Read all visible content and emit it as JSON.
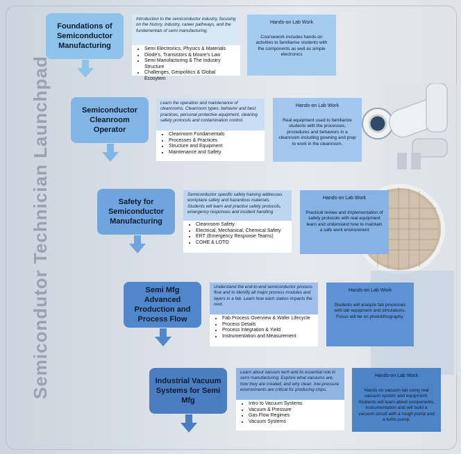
{
  "side_title": "Semicondutor Technician Launchpad",
  "colors": {
    "step1": "#8ec3ec",
    "step2": "#80b5e6",
    "step3": "#6fa4df",
    "step4": "#4f86cc",
    "step5": "#4a7dc2",
    "desc_mid": "#cfe0f4",
    "desc_dark": "#a9c5ea",
    "lab_light": "#a6cbf0",
    "lab_dark": "#5f92d4"
  },
  "modules": [
    {
      "title": "Foundations of Semiconductor Manufacturing",
      "description": "Introduction to the semiconductor industry, focusing on the history, industry, career pathways, and the fundamentals of semi manufacturing.",
      "topics": [
        "Semi Electronics, Physics & Materials",
        "Diode's, Transistors & Moore's Law",
        "Semi Manufacturing & The Industry Structure",
        "Challenges, Geopolitics & Global Ecosytem"
      ],
      "lab_title": "Hands-on Lab Work",
      "lab_text": "Coursework includes hands-on activities to familiarise students with the components as well as simple electronics"
    },
    {
      "title": "Semiconductor Cleanroom Operator",
      "description": "Learn the operation and maintenance of cleanrooms. Cleanroom types, behavior and best practices, personal protective equipment, cleaning safety protocols and contamination control.",
      "topics": [
        "Cleanroom Fundamentals",
        "Processes & Practices",
        "Structure and Equipment",
        "Maintenance and Safety"
      ],
      "lab_title": "Hands-on Lab Work",
      "lab_text": "Real equipment used to familiarize students with the processes, procedures and behaviors in a cleanroom including gowning and prep to work in the cleanroom."
    },
    {
      "title": "Safety for Semiconductor Manufacturing",
      "description": "Semiconductor specific safety training addresses workplace safety and hazardous materials. Students will learn and practice safety protocols, emergency responses and incident handling",
      "topics": [
        "Cleanroom Safety",
        "Electrical, Mechanical, Chemical Safety",
        "ERT (Emergency Response Teams)",
        "COHE & LOTO"
      ],
      "lab_title": "Hands-on Lab Work",
      "lab_text": "Practical review and implementation of safety protocols with real equipment learn and understand how to maintain a safe work environment"
    },
    {
      "title": "Semi Mfg Advanced Production and Process Flow",
      "description": "Understand the end-to-end semiconductor process flow and to identify all major process modules and layers in a fab. Learn how each station impacts the next.",
      "topics": [
        "Fab Process Overview & Wafer Lifecycle",
        "Process Details",
        "Process Integration & Yield",
        "Instrumentation and Measurement"
      ],
      "lab_title": "Hands-on Lab Work",
      "lab_text": "Students will analyze fab processes with lab equipment and simulations. Focus will be on photolithography."
    },
    {
      "title": "Industrial Vacuum Systems for Semi Mfg",
      "description": "Learn about vacuum tech and its essential role in semi manufacturing. Explore what vacuums are, how they are created, and why clean, low-pressure environments are critical for producing chips.",
      "topics": [
        "Intro to Vacuum Systems",
        "Vacuum & Pressure",
        "Gas Flow Regimes",
        "Vacuum Systems"
      ],
      "lab_title": "Hands-on Lab Work",
      "lab_text": "Hands on vacuum lab using real vacuum system and equipment. Students will learn about components, instrumentation and will build a vacuum circuit with a rough pump and a turbo pump."
    }
  ]
}
